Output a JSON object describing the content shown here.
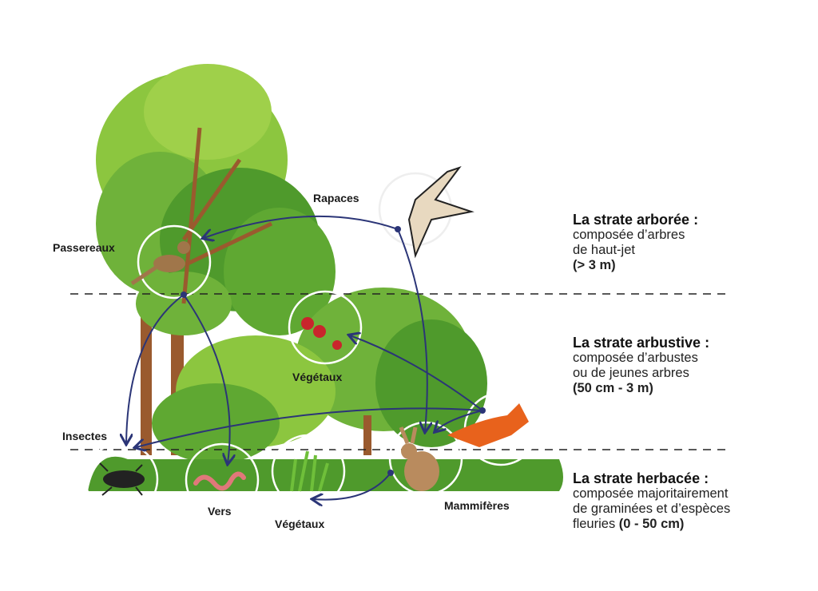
{
  "labels": {
    "passereaux": "Passereaux",
    "rapaces": "Rapaces",
    "vegetaux_arbustes": "Végétaux",
    "insectes": "Insectes",
    "vers": "Vers",
    "vegetaux_herbes": "Végétaux",
    "mammiferes": "Mammifères"
  },
  "strates": [
    {
      "title": "La strate arborée :",
      "lines": [
        "composée d’arbres",
        "de haut-jet"
      ],
      "range": "(> 3 m)"
    },
    {
      "title": "La strate arbustive :",
      "lines": [
        "composée d’arbustes",
        "ou de jeunes arbres"
      ],
      "range": "(50 cm - 3 m)"
    },
    {
      "title": "La strate herbacée :",
      "lines": [
        "composée majoritairement",
        "de graminées et d’espèces",
        "fleuries"
      ],
      "range": "(0 - 50 cm)"
    }
  ],
  "colors": {
    "arrow": "#2b3577",
    "tree_dark": "#4f9a2c",
    "tree_light": "#8cc63f",
    "shrub": "#6fae45"
  }
}
